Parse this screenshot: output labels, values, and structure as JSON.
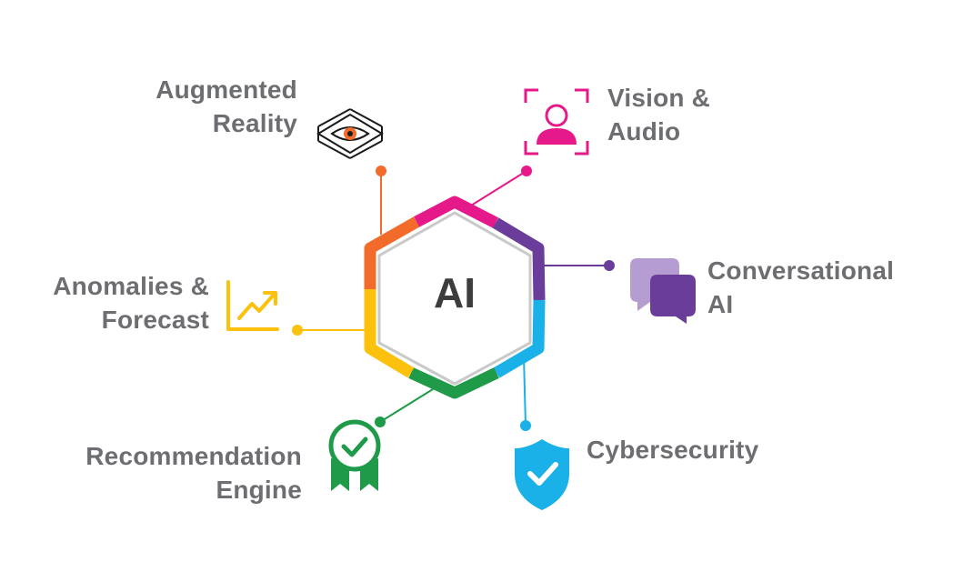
{
  "center": {
    "label": "AI"
  },
  "nodes": [
    {
      "id": "augmented-reality",
      "lines": [
        "Augmented",
        "Reality"
      ],
      "color": "#f26b2a",
      "icon": "eye-cube-icon"
    },
    {
      "id": "vision-audio",
      "lines": [
        "Vision &",
        "Audio"
      ],
      "color": "#e6198a",
      "icon": "face-scan-icon"
    },
    {
      "id": "conversational-ai",
      "lines": [
        "Conversational",
        "AI"
      ],
      "color": "#6a3d9a",
      "icon": "chat-bubbles-icon"
    },
    {
      "id": "cybersecurity",
      "lines": [
        "Cybersecurity"
      ],
      "color": "#1ab0e8",
      "icon": "shield-check-icon"
    },
    {
      "id": "recommendation-engine",
      "lines": [
        "Recommendation",
        "Engine"
      ],
      "color": "#1e9a48",
      "icon": "award-ribbon-icon"
    },
    {
      "id": "anomalies-forecast",
      "lines": [
        "Anomalies &",
        "Forecast"
      ],
      "color": "#fbc10d",
      "icon": "trend-chart-icon"
    }
  ]
}
